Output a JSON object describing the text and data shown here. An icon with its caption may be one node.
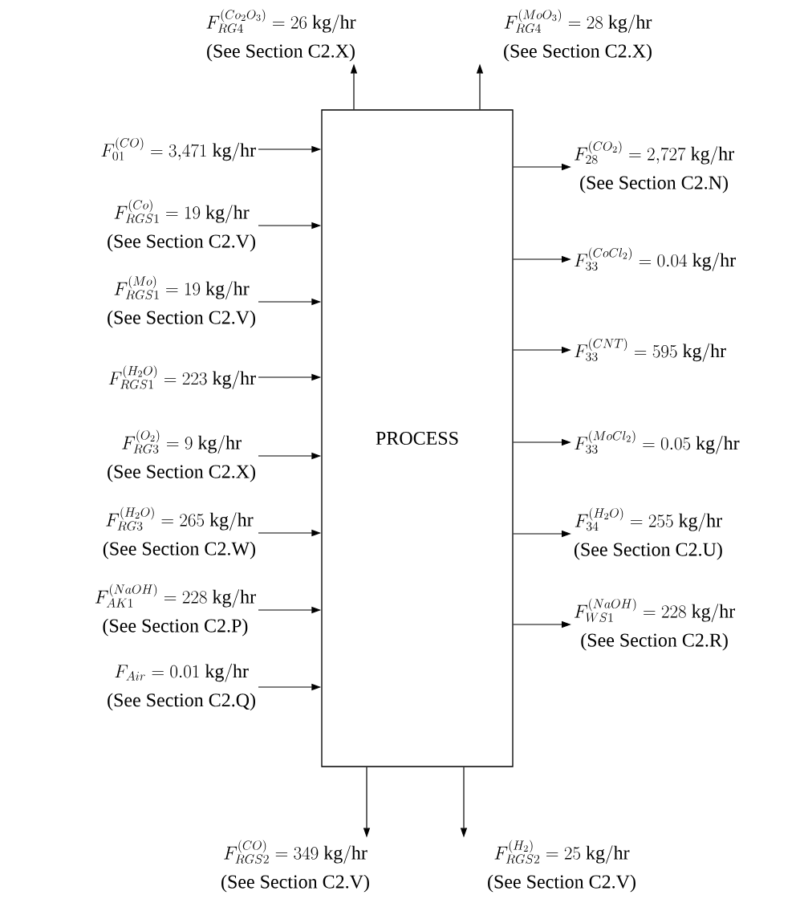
{
  "diagram": {
    "nodes": [
      {
        "text": [
          "F^{(Co_2O_3)}_{RG4} = 26\\ \\mathrm{kg/hr}",
          "(See Section C2.X)"
        ]
      },
      {
        "text": [
          "F^{(MoO_3)}_{RG4} = 28\\ \\mathrm{kg/hr}",
          "(See Section C2.X)"
        ]
      },
      {
        "text": [
          "PROCESS"
        ]
      },
      {
        "text": [
          "F^{(CO)}_{01} = 3{,}471\\ \\mathrm{kg/hr}"
        ]
      },
      {
        "text": [
          "F^{(Co)}_{RGS1} = 19\\ \\mathrm{kg/hr}",
          "(See Section C2.V)"
        ]
      },
      {
        "text": [
          "F^{(Mo)}_{RGS1} = 19\\ \\mathrm{kg/hr}",
          "(See Section C2.V)"
        ]
      },
      {
        "text": [
          "F^{(H_2O)}_{RGS1} = 223\\ \\mathrm{kg/hr}"
        ]
      },
      {
        "text": [
          "F^{(O_2)}_{RG3} = 9\\ \\mathrm{kg/hr}",
          "(See Section C2.X)"
        ]
      },
      {
        "text": [
          "F^{(H_2O)}_{RG3} = 265\\ \\mathrm{kg/hr}",
          "(See Section C2.W)"
        ]
      },
      {
        "text": [
          "F^{(NaOH)}_{AK1} = 228\\ \\mathrm{kg/hr}",
          "(See Section C2.P)"
        ]
      },
      {
        "text": [
          "F_{Air} = 0.01\\ \\mathrm{kg/hr}",
          "(See Section C2.Q)"
        ]
      },
      {
        "text": [
          "F^{(CO_2)}_{28} = 2{,}727\\ \\mathrm{kg/hr}",
          "(See Section C2.N)"
        ]
      },
      {
        "text": [
          "F^{(CoCl_2)}_{33} = 0.04\\ \\mathrm{kg/hr}"
        ]
      },
      {
        "text": [
          "F^{(CNT)}_{33} = 595\\ \\mathrm{kg/hr}"
        ]
      },
      {
        "text": [
          "F^{(MoCl_2)}_{33} = 0.05\\ \\mathrm{kg/hr}"
        ]
      },
      {
        "text": [
          "F^{(H_2O)}_{34} = 255\\ \\mathrm{kg/hr}",
          "(See Section C2.U)"
        ]
      },
      {
        "text": [
          "F^{(NaOH)}_{WS1} = 228\\ \\mathrm{kg/hr}",
          "(See Section C2.R)"
        ]
      },
      {
        "text": [
          "F^{(CO)}_{RGS2} = 349\\ \\mathrm{kg/hr}",
          "(See Section C2.V)"
        ]
      },
      {
        "text": [
          "F^{(H_2)}_{RGS2} = 25\\ \\mathrm{kg/hr}",
          "(See Section C2.V)"
        ]
      }
    ],
    "edges": [
      {
        "from": 2,
        "to": 0,
        "arrow": "to"
      },
      {
        "from": 2,
        "to": 1,
        "arrow": "to"
      },
      {
        "from": 3,
        "to": 2,
        "arrow": "to"
      },
      {
        "from": 4,
        "to": 2,
        "arrow": "to"
      },
      {
        "from": 5,
        "to": 2,
        "arrow": "to"
      },
      {
        "from": 6,
        "to": 2,
        "arrow": "to"
      },
      {
        "from": 7,
        "to": 2,
        "arrow": "to"
      },
      {
        "from": 8,
        "to": 2,
        "arrow": "to"
      },
      {
        "from": 9,
        "to": 2,
        "arrow": "to"
      },
      {
        "from": 10,
        "to": 2,
        "arrow": "to"
      },
      {
        "from": 2,
        "to": 11,
        "arrow": "to"
      },
      {
        "from": 2,
        "to": 12,
        "arrow": "to"
      },
      {
        "from": 2,
        "to": 13,
        "arrow": "to"
      },
      {
        "from": 2,
        "to": 14,
        "arrow": "to"
      },
      {
        "from": 2,
        "to": 15,
        "arrow": "to"
      },
      {
        "from": 2,
        "to": 16,
        "arrow": "to"
      },
      {
        "from": 2,
        "to": 17,
        "arrow": "to"
      },
      {
        "from": 2,
        "to": 18,
        "arrow": "to"
      }
    ]
  }
}
